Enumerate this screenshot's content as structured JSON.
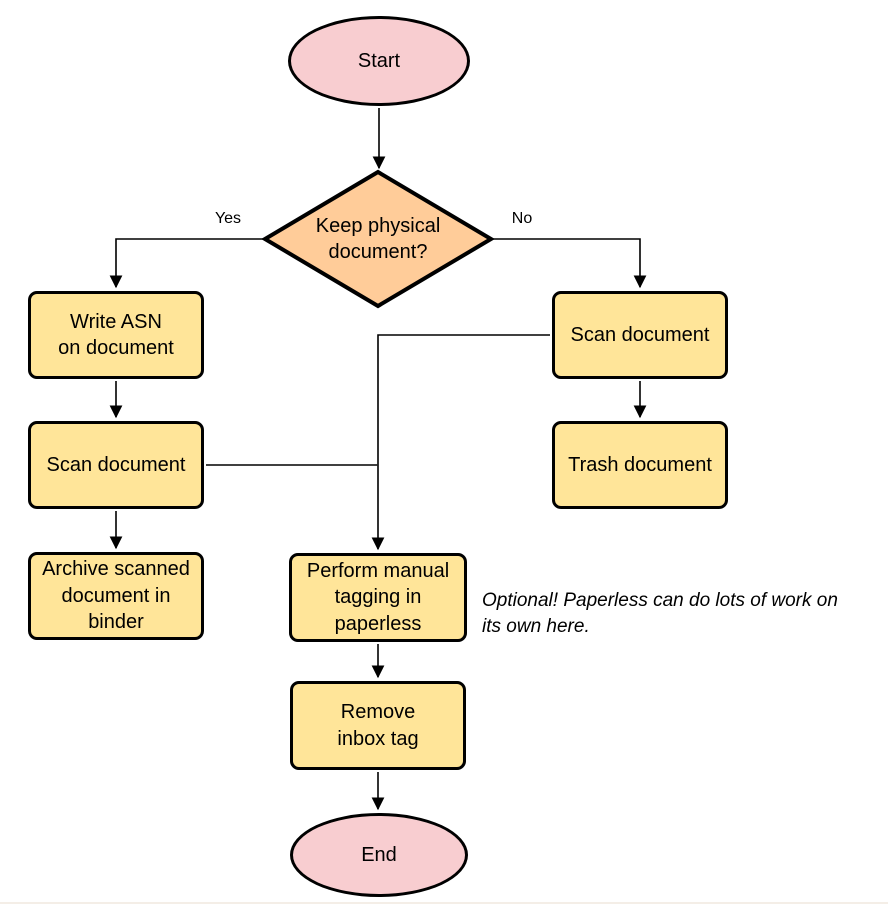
{
  "colors": {
    "terminator_fill": "#F8CDD0",
    "decision_fill": "#FFCC99",
    "process_fill": "#FFE599",
    "shape_stroke": "#000000",
    "connector": "#000000"
  },
  "nodes": {
    "start": {
      "label": "Start",
      "type": "terminator"
    },
    "decision": {
      "label": "Keep physical\ndocument?",
      "type": "decision"
    },
    "write_asn": {
      "label": "Write ASN\non document",
      "type": "process"
    },
    "scan_keep": {
      "label": "Scan document",
      "type": "process"
    },
    "archive": {
      "label": "Archive scanned\ndocument in\nbinder",
      "type": "process"
    },
    "scan_discard": {
      "label": "Scan document",
      "type": "process"
    },
    "trash": {
      "label": "Trash document",
      "type": "process"
    },
    "tagging": {
      "label": "Perform manual\ntagging in\npaperless",
      "type": "process"
    },
    "remove_inbox": {
      "label": "Remove\ninbox tag",
      "type": "process"
    },
    "end": {
      "label": "End",
      "type": "terminator"
    }
  },
  "edge_labels": {
    "yes": "Yes",
    "no": "No"
  },
  "note": "Optional! Paperless can do lots of work on\nits own here."
}
